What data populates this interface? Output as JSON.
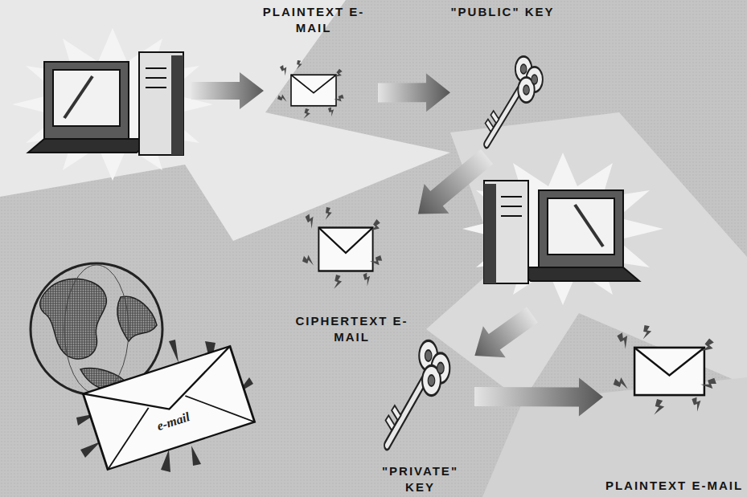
{
  "diagram": {
    "nodes": [
      {
        "text": [
          "PLAINTEXT E-MAIL"
        ]
      },
      {
        "text": [
          "\"PUBLIC\" KEY"
        ]
      },
      {
        "text": [
          "CIPHERTEXT E-MAIL"
        ]
      },
      {
        "text": [
          "\"PRIVATE\" KEY"
        ]
      },
      {
        "text": [
          "PLAINTEXT E-MAIL"
        ]
      },
      {
        "text": [
          "e-mail"
        ]
      }
    ],
    "edges": [
      {
        "from": 0,
        "to": 1,
        "arrow": "to"
      },
      {
        "from": 1,
        "to": 2,
        "arrow": "to"
      },
      {
        "from": 3,
        "to": 4,
        "arrow": "to"
      }
    ]
  }
}
